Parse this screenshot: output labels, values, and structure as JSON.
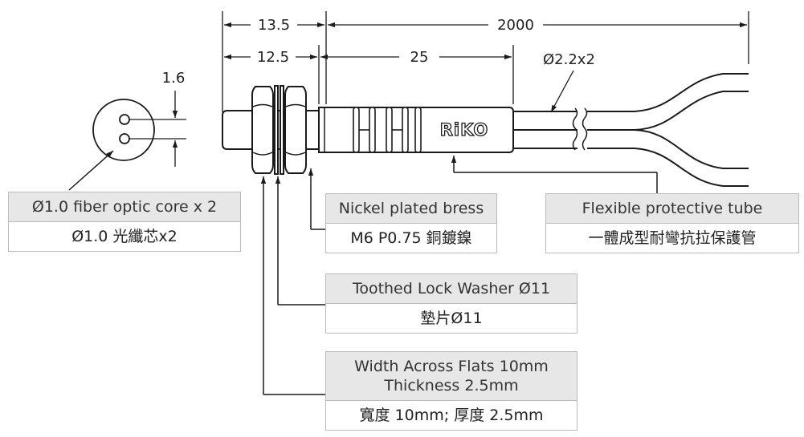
{
  "dimensions": {
    "overall_length": "13.5",
    "thread_length": "12.5",
    "cable_length": "2000",
    "body_length": "25",
    "cable_diameter": "Ø2.2x2",
    "core_spacing": "1.6"
  },
  "brand_label": "RiKO",
  "callouts": {
    "fiber_core": {
      "en": "Ø1.0 fiber optic core x 2",
      "zh": "Ø1.0 光纖芯x2"
    },
    "body_material": {
      "en": "Nickel plated bress",
      "zh": "M6 P0.75 銅鍍鎳"
    },
    "protective_tube": {
      "en": "Flexible protective tube",
      "zh": "一體成型耐彎抗拉保護管"
    },
    "lock_washer": {
      "en": "Toothed Lock Washer Ø11",
      "zh": "墊片Ø11"
    },
    "nut": {
      "en_line1": "Width Across Flats 10mm",
      "en_line2": "Thickness 2.5mm",
      "zh": "寬度 10mm; 厚度 2.5mm"
    }
  },
  "colors": {
    "line": "#1a1a1a",
    "label_header_bg": "#e7e7e7",
    "label_border": "#bbbbbb"
  }
}
